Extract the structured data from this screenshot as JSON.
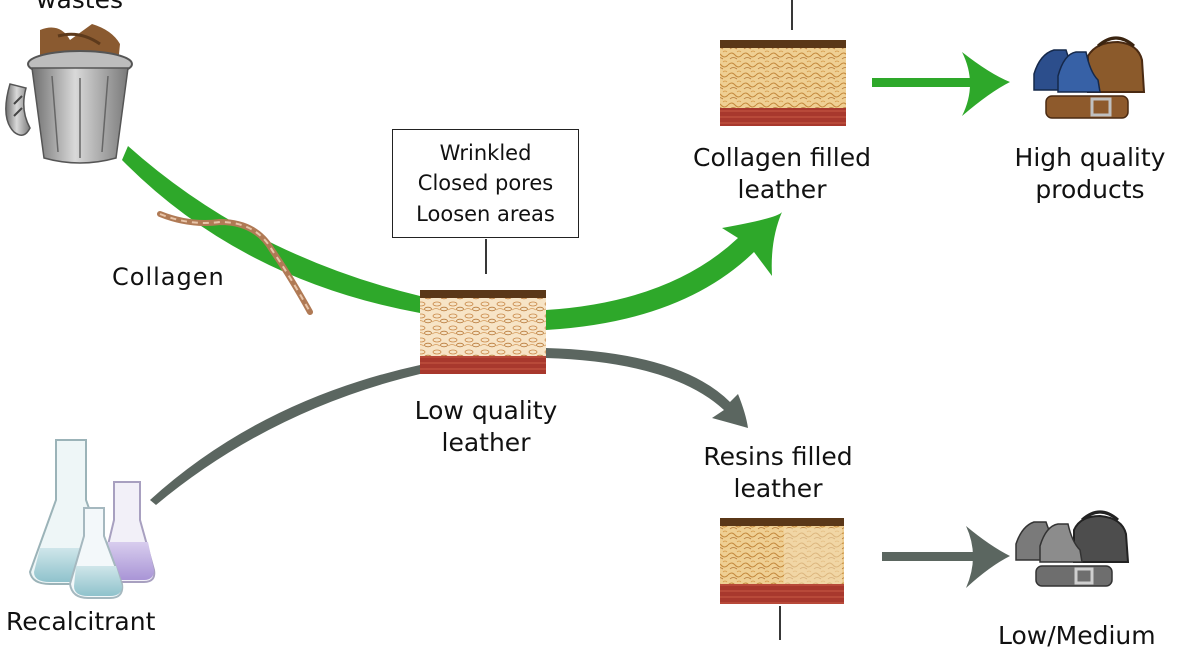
{
  "labels": {
    "wastes": "wastes",
    "collagen": "Collagen",
    "recalcitrant": "Recalcitrant",
    "low_quality_1": "Low quality",
    "low_quality_2": "leather",
    "collagen_filled_1": "Collagen filled",
    "collagen_filled_2": "leather",
    "high_quality_1": "High quality",
    "high_quality_2": "products",
    "resins_filled_1": "Resins filled",
    "resins_filled_2": "leather",
    "low_medium": "Low/Medium"
  },
  "defects_box": {
    "lines": [
      "Wrinkled",
      "Closed pores",
      "Loosen areas"
    ]
  },
  "colors": {
    "green_arrow": "#2ea82a",
    "gray_arrow": "#5b6660",
    "leather_top": "#5a3718",
    "leather_body": "#e9c17e",
    "leather_fiber": "#c9883a",
    "leather_bottom": "#a83a2e",
    "bin": "#9a9a9a",
    "waste": "#8a5a30"
  },
  "icons": [
    "trash-bin-icon",
    "collagen-fiber-icon",
    "flasks-icon",
    "leather-sample-icon",
    "shoes-bag-belt-icon"
  ]
}
